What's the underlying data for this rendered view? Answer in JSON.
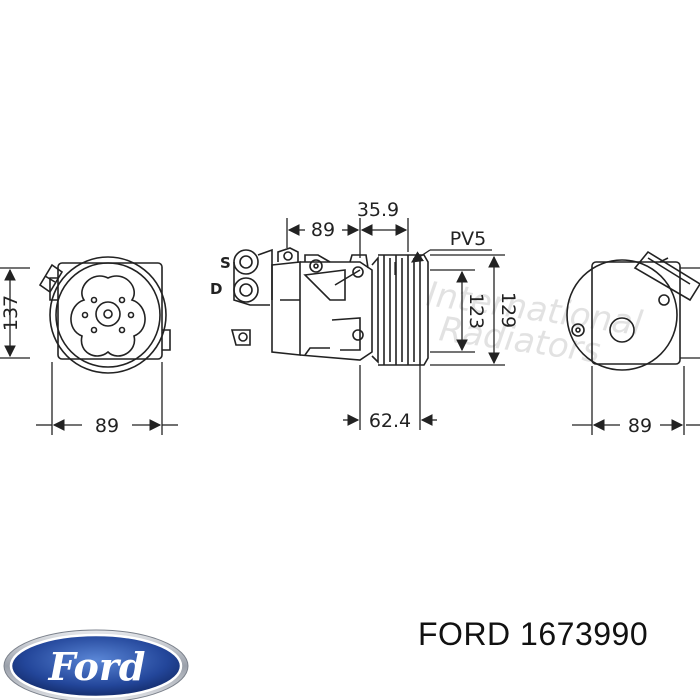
{
  "diagram": {
    "dimensions": {
      "left_height": "137",
      "left_width": "89",
      "top_offset": "89",
      "top_width": "35.9",
      "pulley_type": "PV5",
      "pulley_inner": "123",
      "pulley_outer": "129",
      "pulley_depth": "62.4",
      "right_width": "89"
    },
    "port_labels": {
      "suction": "S",
      "discharge": "D"
    },
    "watermark": {
      "line1": "International",
      "line2": "Radiators"
    }
  },
  "brand": {
    "logo_text": "Ford",
    "colors": {
      "oval": "#1f3f8c",
      "oval_light": "#4b74c6",
      "silver": "#c9ccd2"
    }
  },
  "product": {
    "title": "FORD 1673990"
  }
}
